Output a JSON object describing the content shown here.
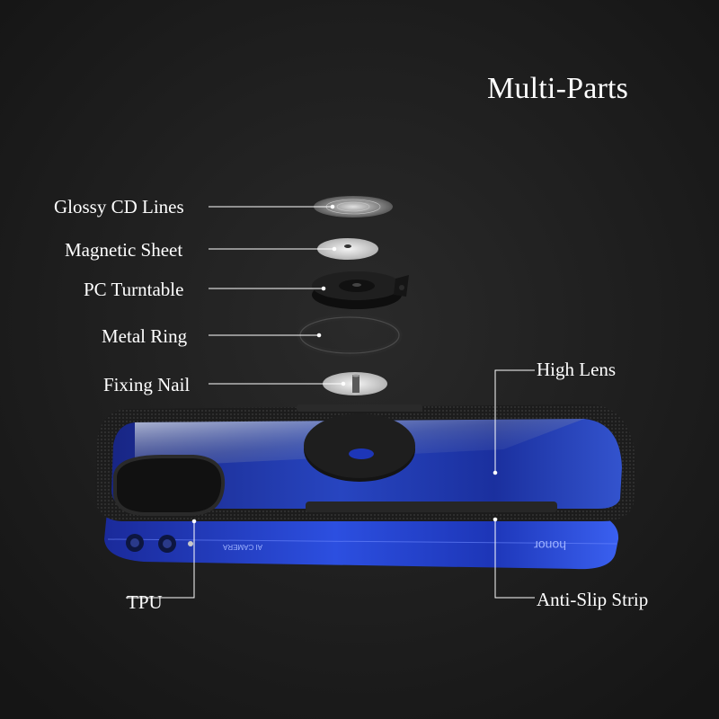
{
  "title": "Multi-Parts",
  "parts": {
    "glossy_cd_lines": "Glossy CD Lines",
    "magnetic_sheet": "Magnetic Sheet",
    "pc_turntable": "PC Turntable",
    "metal_ring": "Metal Ring",
    "fixing_nail": "Fixing Nail",
    "high_lens": "High Lens",
    "tpu": "TPU",
    "anti_slip_strip": "Anti-Slip Strip"
  },
  "phone": {
    "brand": "honor",
    "camera_text": "AI CAMERA"
  },
  "colors": {
    "background": "#1a1a1a",
    "phone_blue": "#1f3cc0",
    "case_black": "#111111",
    "label_white": "#ffffff"
  }
}
